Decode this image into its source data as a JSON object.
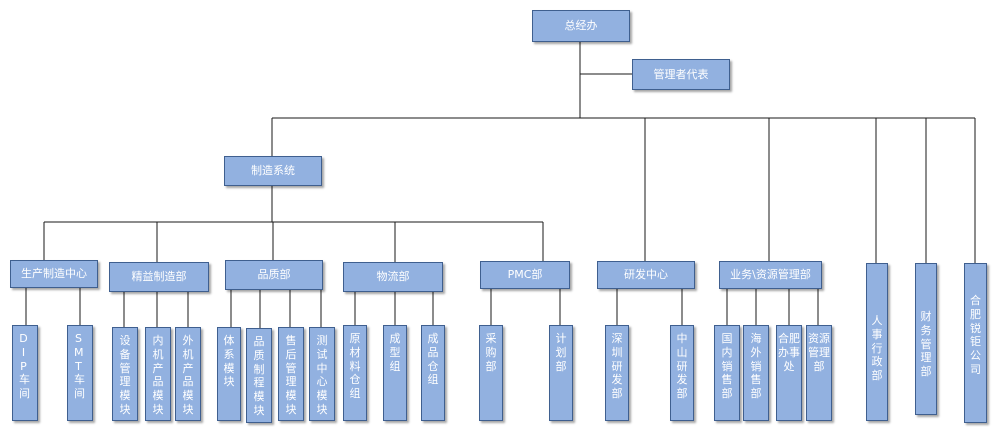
{
  "org_chart": {
    "root": "总经办",
    "mgmt_rep": "管理者代表",
    "manufacturing_system": "制造系统",
    "departments": {
      "production_center": "生产制造中心",
      "lean_manufacturing": "精益制造部",
      "quality": "品质部",
      "logistics": "物流部",
      "pmc": "PMC部",
      "rd_center": "研发中心",
      "business_resource": "业务\\资源管理部",
      "hr_admin": "人事行政部",
      "finance": "财务管理部",
      "hefei_company": "合肥锐钜公司"
    },
    "units": {
      "dip": "DIP车间",
      "smt": "SMT车间",
      "equipment": "设备管理模块",
      "internal_product": "内机产品模块",
      "external_product": "外机产品模块",
      "system_module": "体系模块",
      "process_module": "品质制程模块",
      "after_sales": "售后管理模块",
      "test_center": "测试中心模块",
      "raw_material": "原材料仓组",
      "forming": "成型组",
      "finished_goods": "成品仓组",
      "purchasing": "采购部",
      "planning": "计划部",
      "shenzhen_rd": "深圳研发部",
      "zhongshan_rd": "中山研发部",
      "domestic_sales": "国内销售部",
      "overseas_sales": "海外销售部",
      "hefei_office": "合肥办事处",
      "resource_mgmt": "资源管理部"
    }
  }
}
